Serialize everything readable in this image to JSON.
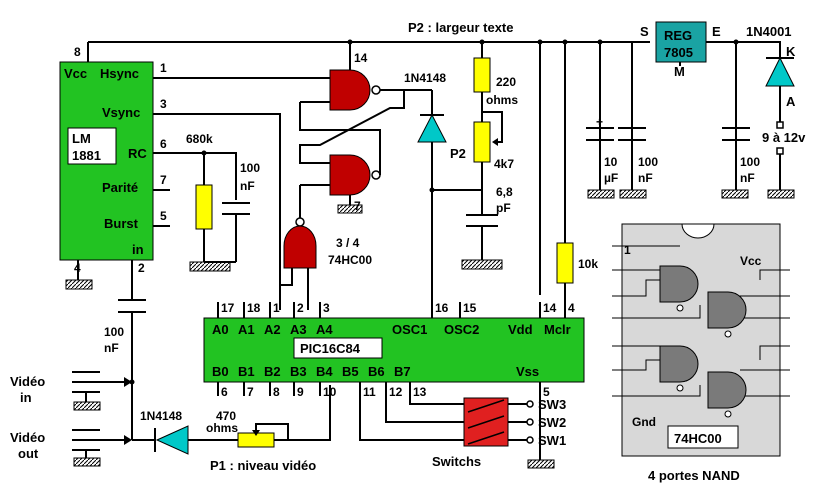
{
  "title": "P2 : largeur texte",
  "lm1881": {
    "name1": "LM",
    "name2": "1881",
    "vcc": "Vcc",
    "hsync": "Hsync",
    "vsync": "Vsync",
    "rc": "RC",
    "parite": "Parité",
    "burst": "Burst",
    "in": "in",
    "pin8": "8",
    "pin1": "1",
    "pin3": "3",
    "pin6": "6",
    "pin7": "7",
    "pin5": "5",
    "pin4": "4",
    "pin2": "2"
  },
  "components": {
    "r680k": "680k",
    "c100nf_a1": "100",
    "c100nf_a2": "nF",
    "c100nf_in1": "100",
    "c100nf_in2": "nF",
    "diode1": "1N4148",
    "diode2": "1N4148",
    "diode3": "1N4001",
    "r220_1": "220",
    "r220_2": "ohms",
    "p2": "P2",
    "p2_val": "4k7",
    "c68_1": "6,8",
    "c68_2": "pF",
    "r10k": "10k",
    "cp_plus": "+",
    "c10_1": "10",
    "c10_2": "µF",
    "c100_b1": "100",
    "c100_b2": "nF",
    "c100_c1": "100",
    "c100_c2": "nF",
    "r470_1": "470",
    "r470_2": "ohms",
    "p1": "P1 : niveau vidéo"
  },
  "reg": {
    "name1": "REG",
    "name2": "7805",
    "s": "S",
    "e": "E",
    "m": "M",
    "k": "K",
    "a": "A",
    "supply": "9 à 12v"
  },
  "nand": {
    "pin14": "14",
    "pin7": "7",
    "label1": "3 / 4",
    "label2": "74HC00"
  },
  "pic": {
    "name": "PIC16C84",
    "top_labels": [
      "A0",
      "A1",
      "A2",
      "A3",
      "A4",
      "OSC1",
      "OSC2",
      "Vdd",
      "Mclr"
    ],
    "top_pins": [
      "17",
      "18",
      "1",
      "2",
      "3",
      "16",
      "15",
      "14",
      "4"
    ],
    "bottom_labels": [
      "B0",
      "B1",
      "B2",
      "B3",
      "B4",
      "B5",
      "B6",
      "B7",
      "Vss"
    ],
    "bottom_pins": [
      "6",
      "7",
      "8",
      "9",
      "10",
      "11",
      "12",
      "13",
      "5"
    ]
  },
  "switches": {
    "sw3": "SW3",
    "sw2": "SW2",
    "sw1": "SW1",
    "label": "Switchs"
  },
  "video": {
    "in1": "Vidéo",
    "in2": "in",
    "out1": "Vidéo",
    "out2": "out"
  },
  "chip74": {
    "pin1": "1",
    "vcc": "Vcc",
    "gnd": "Gnd",
    "name": "74HC00",
    "caption": "4 portes NAND"
  },
  "colors": {
    "green": "#22c322",
    "red": "#c00000",
    "yellow": "#ffff00",
    "cyan": "#00c8c8",
    "regbox": "#1aa3a3",
    "chipbg": "#d8d8d8",
    "gate": "#7a7a7a"
  }
}
